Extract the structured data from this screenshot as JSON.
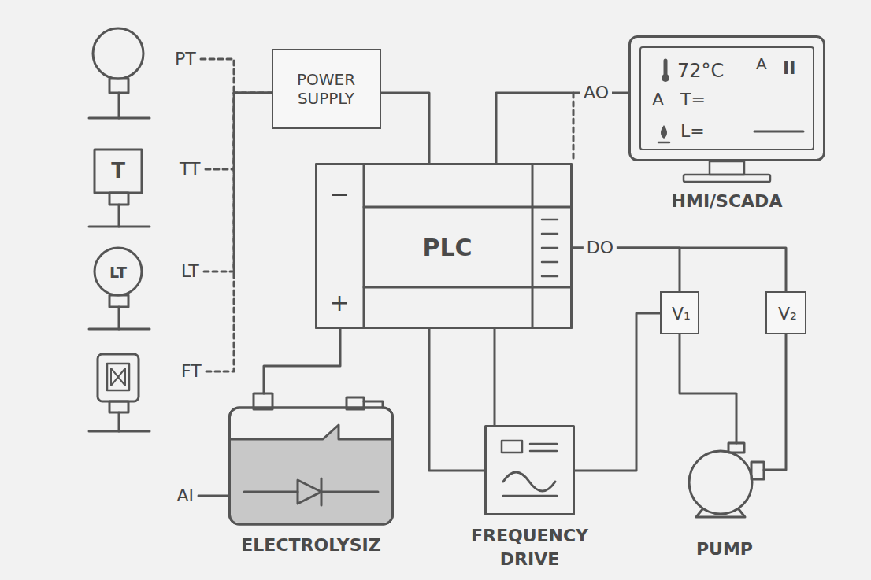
{
  "diagram": {
    "nodes": [
      {
        "text": [
          "PT"
        ]
      },
      {
        "text": [
          "T",
          "TT"
        ]
      },
      {
        "text": [
          "LT",
          "LT"
        ]
      },
      {
        "text": [
          "FT"
        ]
      },
      {
        "text": [
          "POWER SUPPLY"
        ]
      },
      {
        "text": [
          "72°C",
          "A",
          "II",
          "A",
          "T=",
          "L=",
          "HMI/SCADA"
        ]
      },
      {
        "text": [
          "−",
          "PLC",
          "+"
        ]
      },
      {
        "text": [
          "V₁"
        ]
      },
      {
        "text": [
          "V₂"
        ]
      },
      {
        "text": [
          "ELECTROLYSIZ"
        ]
      },
      {
        "text": [
          "FREQUENCY DRIVE"
        ]
      },
      {
        "text": [
          "PUMP"
        ]
      }
    ],
    "edges": [
      {
        "from": 0,
        "to": 4,
        "arrow": "none"
      },
      {
        "from": 1,
        "to": 4,
        "arrow": "none"
      },
      {
        "from": 2,
        "to": 4,
        "arrow": "none"
      },
      {
        "from": 3,
        "to": 4,
        "arrow": "none"
      },
      {
        "from": 4,
        "to": 6,
        "arrow": "none"
      },
      {
        "from": 6,
        "to": 5,
        "label": "AO",
        "arrow": "none"
      },
      {
        "from": 6,
        "to": 7,
        "label": "DO",
        "arrow": "none"
      },
      {
        "from": 6,
        "to": 8,
        "arrow": "none"
      },
      {
        "from": 6,
        "to": 9,
        "arrow": "none"
      },
      {
        "from": 6,
        "to": 10,
        "arrow": "none"
      },
      {
        "from": 6,
        "to": 10,
        "arrow": "none"
      },
      {
        "from": 10,
        "to": 7,
        "arrow": "none"
      },
      {
        "from": 7,
        "to": 11,
        "arrow": "none"
      },
      {
        "from": 8,
        "to": 11,
        "arrow": "none"
      }
    ],
    "labels": [
      "AI"
    ]
  }
}
